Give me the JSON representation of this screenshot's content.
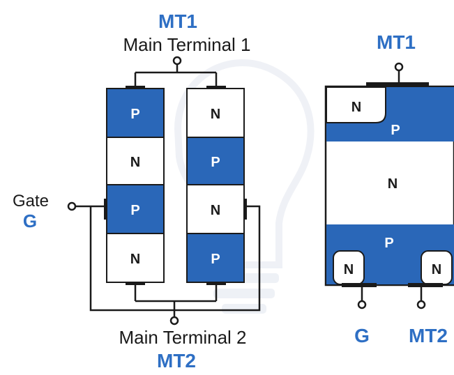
{
  "colors": {
    "p_fill": "#2a67b8",
    "n_fill": "#ffffff",
    "label_blue": "#2e6fc4",
    "line": "#1a1a1a",
    "watermark": "#dfe4ee"
  },
  "left_diagram": {
    "top_terminal_short": "MT1",
    "top_terminal_long": "Main Terminal 1",
    "bottom_terminal_long": "Main Terminal 2",
    "bottom_terminal_short": "MT2",
    "gate_word": "Gate",
    "gate_letter": "G",
    "left_stack": [
      "P",
      "N",
      "P",
      "N"
    ],
    "right_stack": [
      "N",
      "P",
      "N",
      "P"
    ]
  },
  "right_diagram": {
    "top_terminal": "MT1",
    "top_n_region": "N",
    "top_p_layer": "P",
    "middle_n_layer": "N",
    "bottom_p_layer": "P",
    "bottom_left_n_region": "N",
    "bottom_right_n_region": "N",
    "gate_label": "G",
    "mt2_label": "MT2"
  }
}
